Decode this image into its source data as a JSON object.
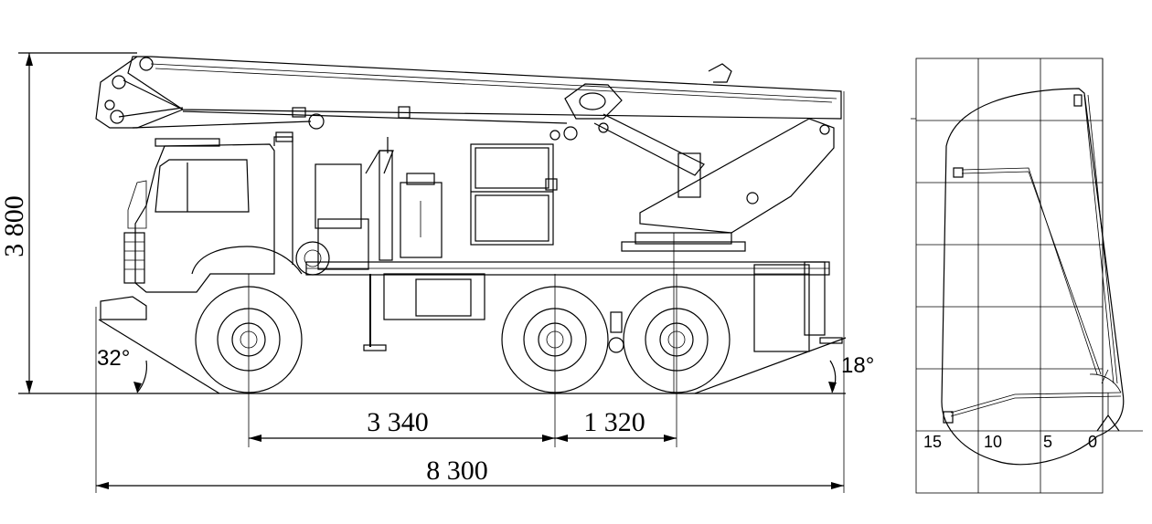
{
  "dimensions": {
    "height_total": "3 800",
    "wheelbase_front": "3 340",
    "wheelbase_rear": "1 320",
    "length_total": "8 300"
  },
  "angles": {
    "approach": "32°",
    "departure": "18°"
  },
  "reach_chart": {
    "x_ticks": [
      "15",
      "10",
      "5",
      "0"
    ]
  }
}
